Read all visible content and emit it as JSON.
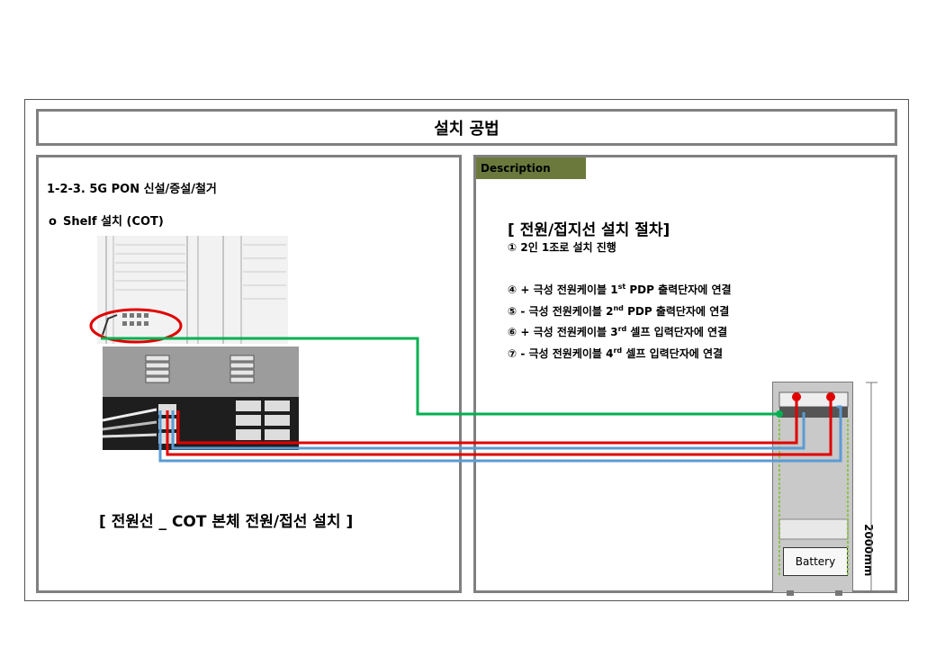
{
  "header": {
    "title": "설치 공법"
  },
  "left": {
    "subtitle": "1-2-3. 5G PON 신설/증설/철거",
    "bullet": "o",
    "shelf_label": "Shelf 설치 (COT)",
    "caption": "[ 전원선  _ COT 본체 전원/접선 설치 ]"
  },
  "right": {
    "tab": "Description",
    "heading": "[ 전원/접지선 설치 절차]",
    "steps": {
      "s1": "① 2인 1조로 설치 진행",
      "s4a": "④ + 극성 전원케이블 1",
      "s4sup": "st",
      "s4b": " PDP 출력단자에 연결",
      "s5a": "⑤ - 극성 전원케이블 2",
      "s5sup": "nd",
      "s5b": " PDP 출력단자에 연결",
      "s6a": "⑥ + 극성 전원케이블 3",
      "s6sup": "rd",
      "s6b": " 셀프 입력단자에 연결",
      "s7a": "⑦ - 극성 전원케이블 4",
      "s7sup": "rd",
      "s7b": " 셀프 입력단자에 연결"
    },
    "battery": "Battery",
    "dimension": "2000mm"
  },
  "colors": {
    "ground_line": "#00b050",
    "positive_line": "#e00000",
    "negative_line": "#5b9bd5",
    "tab_bg": "#6b7a3c",
    "highlight_circle": "#e00000"
  }
}
